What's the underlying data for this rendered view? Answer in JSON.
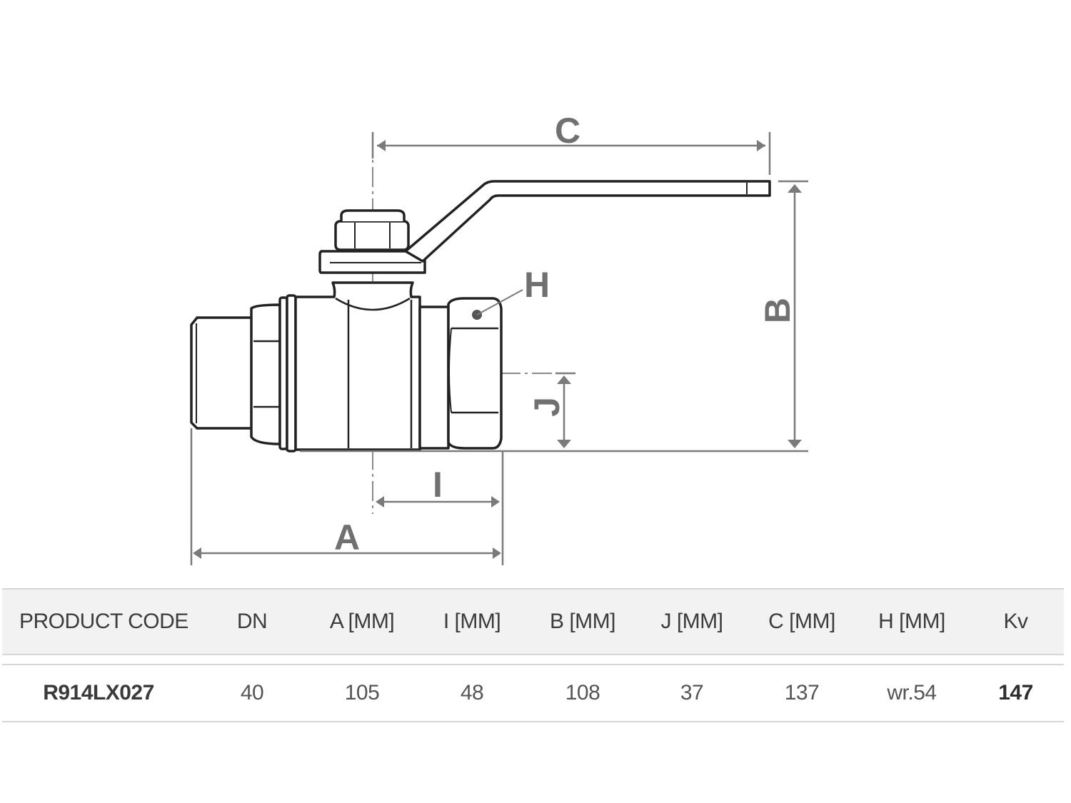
{
  "drawing": {
    "labels": {
      "c": "C",
      "h": "H",
      "b": "B",
      "j": "J",
      "i": "I",
      "a": "A"
    },
    "line_color": "#222222",
    "dim_color": "#7a7a7a"
  },
  "table": {
    "headers": [
      "PRODUCT CODE",
      "DN",
      "A [MM]",
      "I [MM]",
      "B [MM]",
      "J [MM]",
      "C [MM]",
      "H [MM]",
      "Kv"
    ],
    "rows": [
      {
        "code": "R914LX027",
        "dn": "40",
        "a": "105",
        "i": "48",
        "b": "108",
        "j": "37",
        "c": "137",
        "h": "wr.54",
        "kv": "147"
      }
    ],
    "header_bg": "#f2f2f2",
    "border_color": "#d6d6d6"
  }
}
